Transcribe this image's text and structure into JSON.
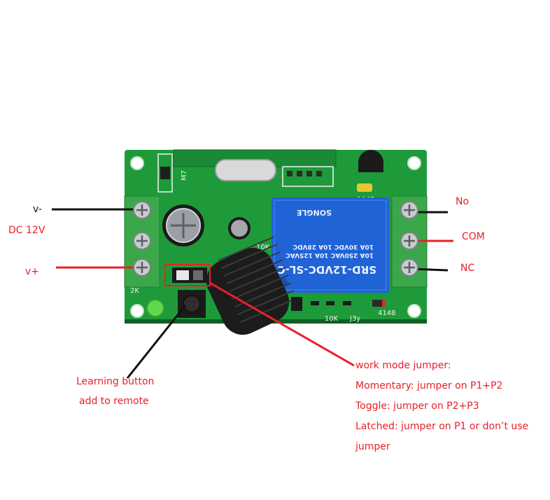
{
  "colors": {
    "board": "#1f9a3a",
    "board_dark": "#137a2b",
    "terminal": "#3aa84a",
    "relay": "#1f63d6",
    "annotation_red": "#e8202a",
    "annotation_black": "#111111",
    "silkscreen": "#f2f2f2"
  },
  "board": {
    "relay_lines": [
      "SRD-12VDC-SL-C",
      "10A 250VAC  10A 125VAC",
      "10A 30VDC  10A 28VDC"
    ],
    "relay_brand": "SONGLE",
    "silk_104p": "104P",
    "silk_10k_top": "10K",
    "silk_10k_bottom": "10K",
    "silk_2k": "2K",
    "silk_j3y": "J3y",
    "silk_4148": "4148",
    "silk_m7": "M7"
  },
  "labels": {
    "v_minus": "v-",
    "dc_12v": "DC 12V",
    "v_plus": "v+",
    "no": "No",
    "com": "COM",
    "nc": "NC",
    "learning_line1": "Learning button",
    "learning_line2": "add to remote",
    "work_mode_title": "work mode jumper:",
    "momentary": "Momentary:  jumper on P1+P2",
    "toggle": "Toggle: jumper on P2+P3",
    "latched": "Latched: jumper on P1  or don’t use",
    "latched_cont": "jumper"
  }
}
